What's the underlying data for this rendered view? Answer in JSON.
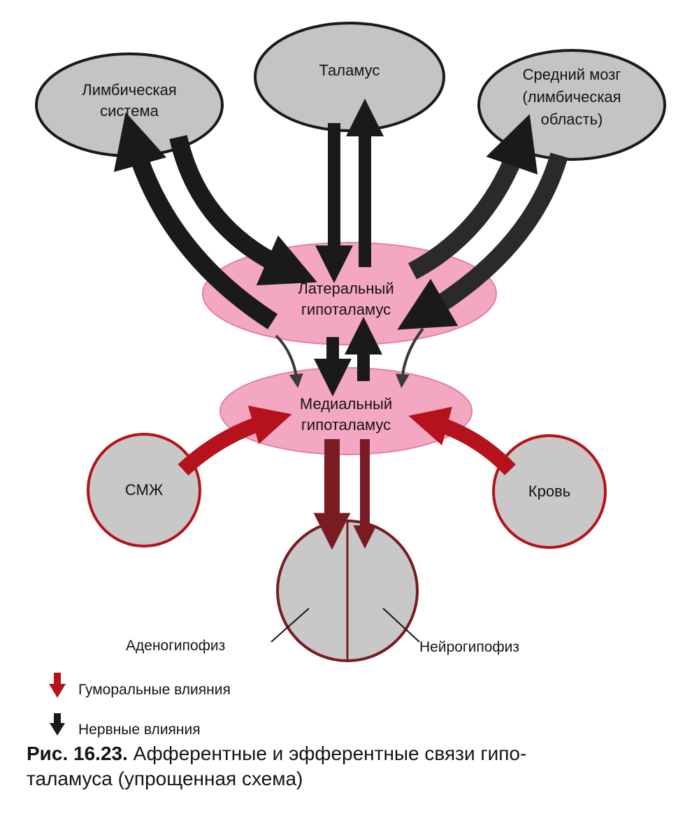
{
  "nodes": {
    "limbic": [
      "Лимбическая",
      "система"
    ],
    "thalamus": "Таламус",
    "midbrain": [
      "Средний мозг",
      "(лимбическая",
      "область)"
    ],
    "lateral": [
      "Латеральный",
      "гипоталамус"
    ],
    "medial": [
      "Медиальный",
      "гипоталамус"
    ],
    "csf": "СМЖ",
    "blood": "Кровь",
    "adeno": "Аденогипофиз",
    "neuro": "Нейрогипофиз"
  },
  "legend": {
    "humoral": "Гуморальные влияния",
    "nervous": "Нервные влияния"
  },
  "caption": {
    "label": "Рис. 16.23.",
    "line1": "Афферентные и эфферентные связи гипо-",
    "line2": "таламуса (упрощенная схема)"
  },
  "colors": {
    "humoral": "#b5121b",
    "nervous": "#1a1a1a",
    "gray_node": "#c4c4c4",
    "pink_node": "#f4a7c2",
    "efferent": "#7a1a22"
  }
}
